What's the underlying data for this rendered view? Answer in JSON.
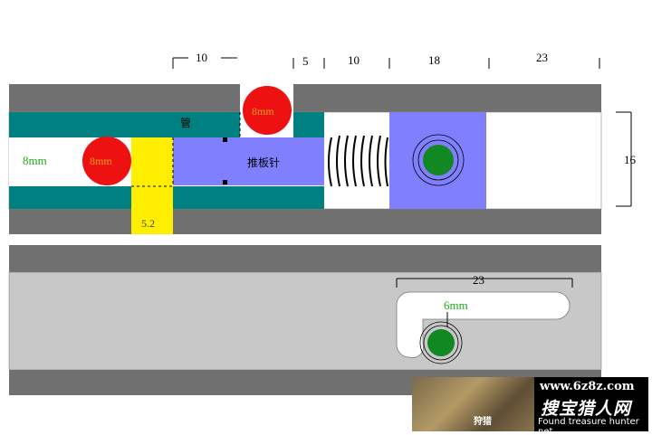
{
  "dimensions": {
    "top_1": "10",
    "top_2": "5",
    "top_3": "10",
    "top_4": "18",
    "top_5": "23",
    "height": "16",
    "bottom_slot": "23"
  },
  "labels": {
    "bore_left": "8mm",
    "ball_left": "8mm",
    "ball_top": "8mm",
    "pin": "推板针",
    "tube": "管",
    "yellow_part": "5.2",
    "pin_diameter": "6mm"
  },
  "watermark": {
    "url": "www.6z8z.com",
    "logo": "搜宝猎人网",
    "subtitle": "Found treasure hunter net",
    "photo_caption": "狩猎"
  },
  "colors": {
    "dark_gray": "#707070",
    "light_gray": "#c8c8c8",
    "teal": "#008080",
    "yellow": "#ffee00",
    "red": "#ee1111",
    "periwinkle": "#8080ff",
    "green": "#118822"
  }
}
